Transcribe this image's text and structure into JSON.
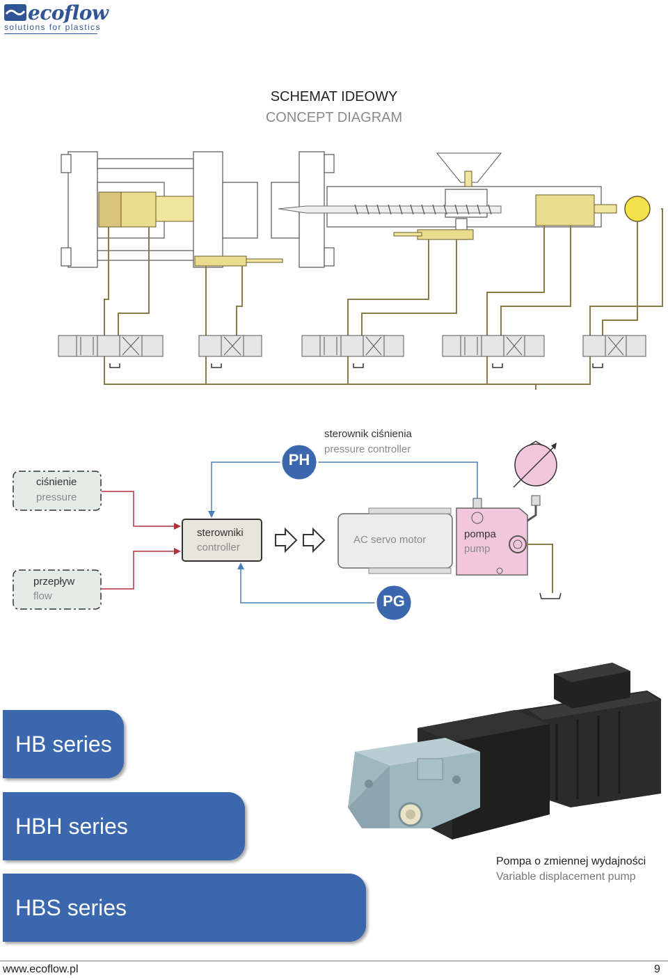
{
  "brand": {
    "name": "ecoflow",
    "tagline": "solutions for plastics"
  },
  "title": {
    "pl": "SCHEMAT IDEOWY",
    "en": "CONCEPT DIAGRAM"
  },
  "diagram": {
    "pressure_controller": {
      "pl": "sterownik ciśnienia",
      "en": "pressure controller"
    },
    "ph_badge": "PH",
    "pg_badge": "PG",
    "pressure": {
      "pl": "ciśnienie",
      "en": "pressure"
    },
    "flow": {
      "pl": "przepływ",
      "en": "flow"
    },
    "controller": {
      "pl": "sterowniki",
      "en": "controller"
    },
    "motor": "AC servo motor",
    "pump": {
      "pl": "pompa",
      "en": "pump"
    }
  },
  "series": [
    "HB series",
    "HBH series",
    "HBS series"
  ],
  "caption": {
    "pl": "Pompa o zmiennej wydajności",
    "en": "Variable displacement pump"
  },
  "footer": {
    "url": "www.ecoflow.pl",
    "page": "9"
  },
  "colors": {
    "accent": "#3a67ad",
    "hydraulic_line": "#8a7a45",
    "pressure_line": "#b0303c",
    "signal_line": "#4a7fb5",
    "cylinder": "#e9dc8c",
    "pump_body": "#f2c6dd"
  }
}
